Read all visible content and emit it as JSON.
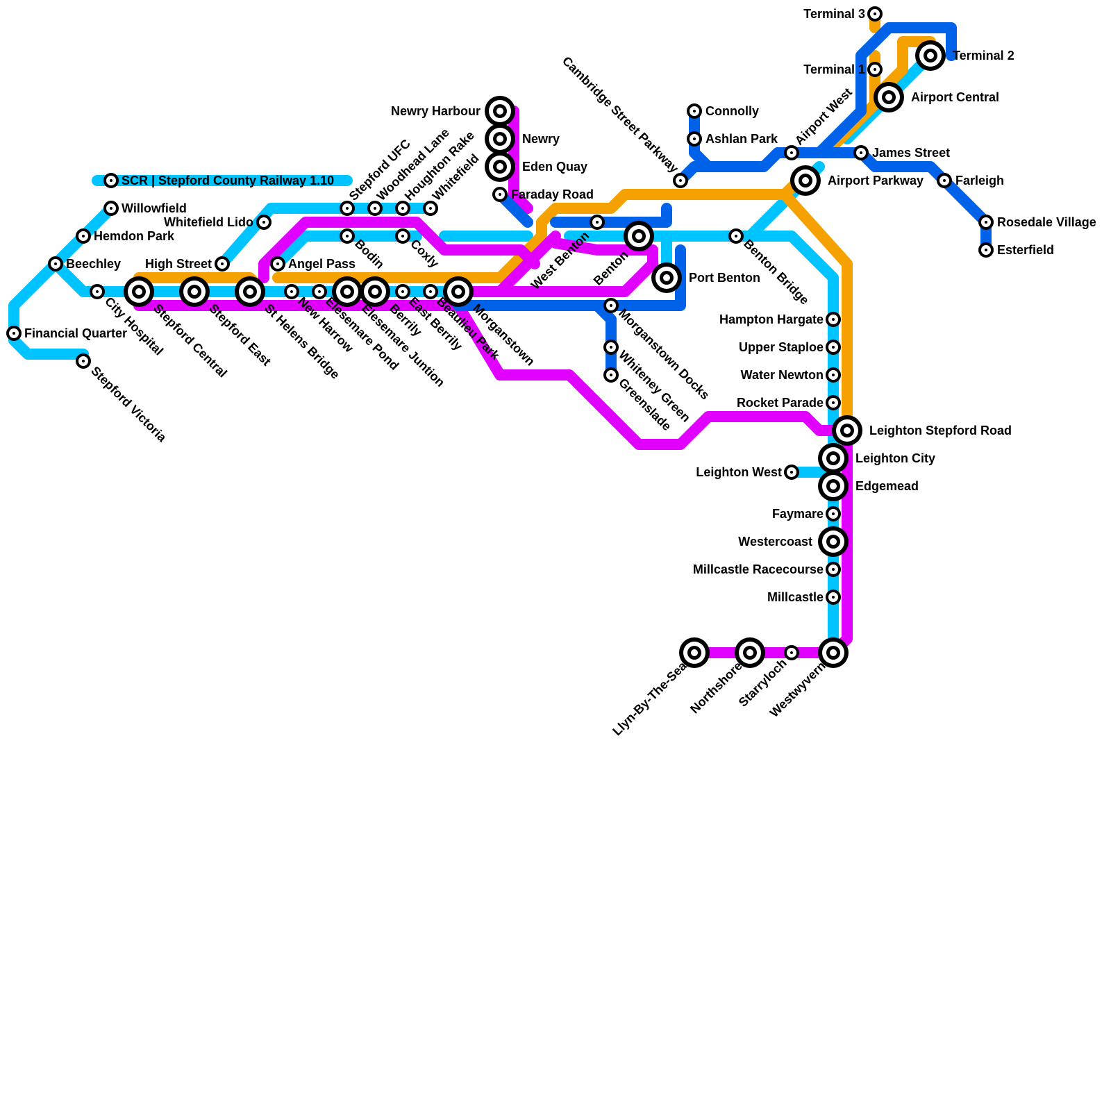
{
  "lines": {
    "cyan": {
      "color": "#00c4ff"
    },
    "magenta": {
      "color": "#e100ff"
    },
    "orange": {
      "color": "#f5a200"
    },
    "blue": {
      "color": "#0062e8"
    }
  },
  "title": "SCR | Stepford County Railway 1.10",
  "stations": {
    "scr": "SCR | Stepford County Railway 1.10",
    "willowfield": "Willowfield",
    "hemdon_park": "Hemdon Park",
    "beechley": "Beechley",
    "financial_quarter": "Financial Quarter",
    "city_hospital": "City Hospital",
    "stepford_victoria": "Stepford Victoria",
    "stepford_central": "Stepford Central",
    "stepford_east": "Stepford East",
    "high_street": "High Street",
    "whitefield_lido": "Whitefield Lido",
    "st_helens_bridge": "St Helens Bridge",
    "angel_pass": "Angel Pass",
    "new_harrow": "New Harrow",
    "elesemare_pond": "Elesemare Pond",
    "elesemare_juntion": "Elesemare Juntion",
    "berrily": "Berrily",
    "east_berrily": "East Berrily",
    "beaulieu_park": "Beaulieu Park",
    "morganstown": "Morganstown",
    "stepford_ufc": "Stepford UFC",
    "woodhead_lane": "Woodhead Lane",
    "houghton_rake": "Houghton Rake",
    "whitefield": "Whitefield",
    "bodin": "Bodin",
    "coxly": "Coxly",
    "newry_harbour": "Newry Harbour",
    "newry": "Newry",
    "eden_quay": "Eden Quay",
    "faraday_road": "Faraday Road",
    "west_benton": "West Benton",
    "benton": "Benton",
    "port_benton": "Port Benton",
    "benton_bridge": "Benton Bridge",
    "morganstown_docks": "Morganstown Docks",
    "whiteney_green": "Whiteney Green",
    "greenslade": "Greenslade",
    "cambridge_street_parkway": "Cambridge Street Parkway",
    "connolly": "Connolly",
    "ashlan_park": "Ashlan Park",
    "airport_west": "Airport West",
    "terminal_3": "Terminal 3",
    "terminal_1": "Terminal 1",
    "terminal_2": "Terminal 2",
    "airport_central": "Airport Central",
    "airport_parkway": "Airport Parkway",
    "james_street": "James Street",
    "farleigh": "Farleigh",
    "rosedale_village": "Rosedale Village",
    "esterfield": "Esterfield",
    "hampton_hargate": "Hampton Hargate",
    "upper_staploe": "Upper Staploe",
    "water_newton": "Water Newton",
    "rocket_parade": "Rocket Parade",
    "leighton_stepford_road": "Leighton Stepford Road",
    "leighton_city": "Leighton City",
    "leighton_west": "Leighton West",
    "edgemead": "Edgemead",
    "faymare": "Faymare",
    "westercoast": "Westercoast",
    "millcastle_racecourse": "Millcastle Racecourse",
    "millcastle": "Millcastle",
    "llyn_by_the_sea": "Llyn-By-The-Sea",
    "northshore": "Northshore",
    "starryloch": "Starryloch",
    "westwyvern": "Westwyvern"
  }
}
